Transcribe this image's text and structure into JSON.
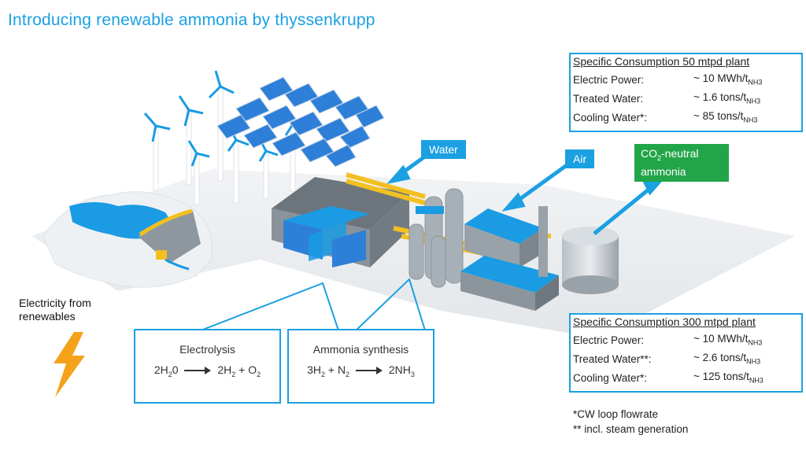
{
  "title": "Introducing renewable ammonia by thyssenkrupp",
  "consumption_50": {
    "header": "Specific Consumption 50 mtpd plant",
    "rows": [
      {
        "label": "Electric Power:",
        "value": "~ 10 MWh/t",
        "unit_sub": "NH3"
      },
      {
        "label": "Treated Water:",
        "value": "~ 1.6 tons/t",
        "unit_sub": "NH3"
      },
      {
        "label": "Cooling Water*:",
        "value": "~ 85 tons/t",
        "unit_sub": "NH3"
      }
    ]
  },
  "consumption_300": {
    "header": "Specific Consumption 300 mtpd plant",
    "rows": [
      {
        "label": "Electric Power:",
        "value": "~ 10 MWh/t",
        "unit_sub": "NH3"
      },
      {
        "label": "Treated Water**:",
        "value": "~ 2.6 tons/t",
        "unit_sub": "NH3"
      },
      {
        "label": "Cooling Water*:",
        "value": "~ 125 tons/t",
        "unit_sub": "NH3"
      }
    ]
  },
  "labels": {
    "water": "Water",
    "air": "Air",
    "co2_pre": "CO",
    "co2_sub": "2",
    "co2_post": "-neutral",
    "co2_line2": "ammonia",
    "electricity_line1": "Electricity from",
    "electricity_line2": "renewables"
  },
  "electrolysis": {
    "title": "Electrolysis",
    "left_pre": "2H",
    "left_sub": "2",
    "left_post": "0",
    "right_pre": "2H",
    "right_sub": "2",
    "right_mid": " + O",
    "right_sub2": "2"
  },
  "synthesis": {
    "title": "Ammonia synthesis",
    "left_pre": "3H",
    "left_sub": "2",
    "left_mid": " + N",
    "left_sub2": "2",
    "right_pre": "2NH",
    "right_sub": "3"
  },
  "footnotes": {
    "line1": "*CW loop flowrate",
    "line2": "** incl. steam generation"
  },
  "colors": {
    "accent_blue": "#1ba0e2",
    "green": "#22a548",
    "lightning": "#f5a21b",
    "panel_blue": "#2d7fd8",
    "pipe_yellow": "#f2c020"
  },
  "icons": [
    "lightning-icon",
    "wind-turbine-icon",
    "solar-panel-icon",
    "arrow-icon"
  ]
}
